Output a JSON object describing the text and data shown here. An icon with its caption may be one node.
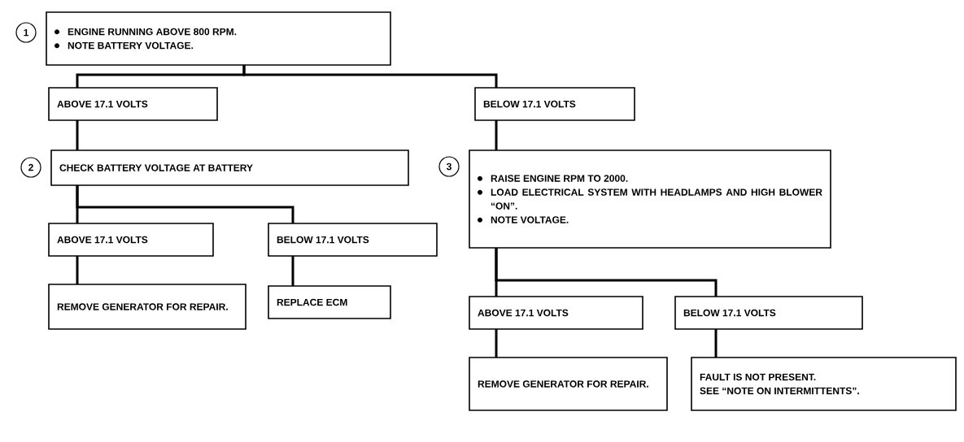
{
  "diagram": {
    "nodes": [
      {
        "text": [
          "ENGINE RUNNING ABOVE 800 RPM.",
          "NOTE BATTERY VOLTAGE."
        ],
        "beside": [
          "1"
        ]
      },
      {
        "text": [
          "ABOVE 17.1 VOLTS"
        ]
      },
      {
        "text": [
          "BELOW 17.1 VOLTS"
        ]
      },
      {
        "text": [
          "CHECK BATTERY VOLTAGE AT BATTERY"
        ],
        "beside": [
          "2"
        ]
      },
      {
        "text": [
          "RAISE ENGINE RPM TO 2000.",
          "LOAD ELECTRICAL SYSTEM WITH HEADLAMPS AND HIGH BLOWER “ON”.",
          "NOTE VOLTAGE."
        ],
        "beside": [
          "3"
        ]
      },
      {
        "text": [
          "ABOVE 17.1 VOLTS"
        ]
      },
      {
        "text": [
          "BELOW 17.1 VOLTS"
        ]
      },
      {
        "text": [
          "REMOVE GENERATOR FOR REPAIR."
        ]
      },
      {
        "text": [
          "REPLACE ECM"
        ]
      },
      {
        "text": [
          "ABOVE 17.1 VOLTS"
        ]
      },
      {
        "text": [
          "BELOW 17.1 VOLTS"
        ]
      },
      {
        "text": [
          "REMOVE GENERATOR FOR REPAIR."
        ]
      },
      {
        "text": [
          "FAULT IS NOT PRESENT.",
          "SEE “NOTE ON INTERMITTENTS”."
        ]
      }
    ],
    "edges": [
      {
        "from": 0,
        "to": 1,
        "arrow": "none"
      },
      {
        "from": 0,
        "to": 2,
        "arrow": "none"
      },
      {
        "from": 1,
        "to": 3,
        "arrow": "none"
      },
      {
        "from": 2,
        "to": 4,
        "arrow": "none"
      },
      {
        "from": 3,
        "to": 5,
        "arrow": "none"
      },
      {
        "from": 3,
        "to": 6,
        "arrow": "none"
      },
      {
        "from": 5,
        "to": 7,
        "arrow": "none"
      },
      {
        "from": 6,
        "to": 8,
        "arrow": "none"
      },
      {
        "from": 4,
        "to": 9,
        "arrow": "none"
      },
      {
        "from": 4,
        "to": 10,
        "arrow": "none"
      },
      {
        "from": 9,
        "to": 11,
        "arrow": "none"
      },
      {
        "from": 10,
        "to": 12,
        "arrow": "none"
      }
    ]
  }
}
